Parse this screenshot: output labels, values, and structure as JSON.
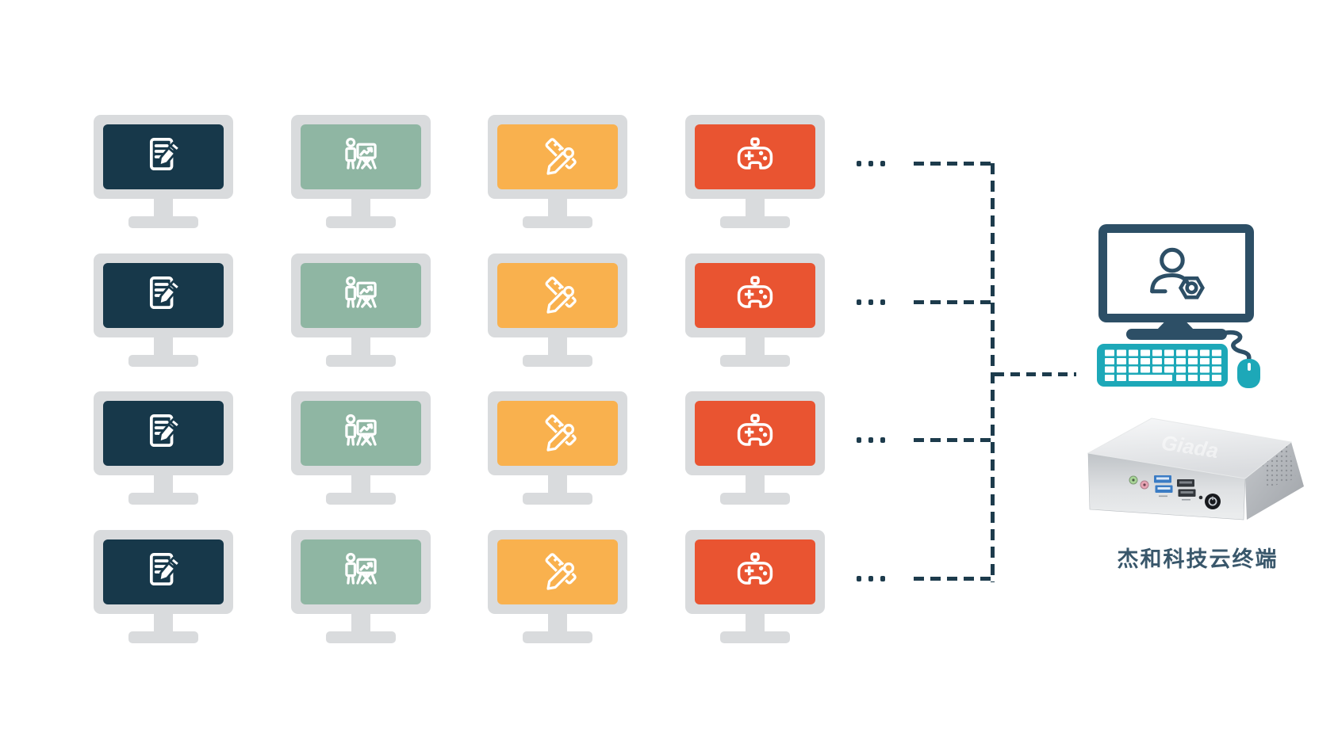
{
  "diagram": {
    "clients": {
      "rows": 4,
      "ellipsis_symbol": "...",
      "monitor_frame_color": "#d9dbdd",
      "columns": [
        {
          "name": "office-documents",
          "icon": "document-edit-icon",
          "screen_color": "#17384a"
        },
        {
          "name": "presentation-training",
          "icon": "presentation-chart-icon",
          "screen_color": "#8fb6a3"
        },
        {
          "name": "design-tools",
          "icon": "ruler-pencil-icon",
          "screen_color": "#f9b14e"
        },
        {
          "name": "gaming",
          "icon": "gamepad-icon",
          "screen_color": "#e95431"
        }
      ]
    },
    "connector": {
      "color": "#1d3b4c",
      "style": "dashed"
    },
    "admin_station": {
      "icon": "user-settings-icon",
      "monitor_color": "#2d4f66",
      "peripheral_color": "#1da8b8"
    },
    "device": {
      "embossed_logo": "Giada",
      "label": "杰和科技云终端",
      "label_color": "#39576b"
    }
  }
}
